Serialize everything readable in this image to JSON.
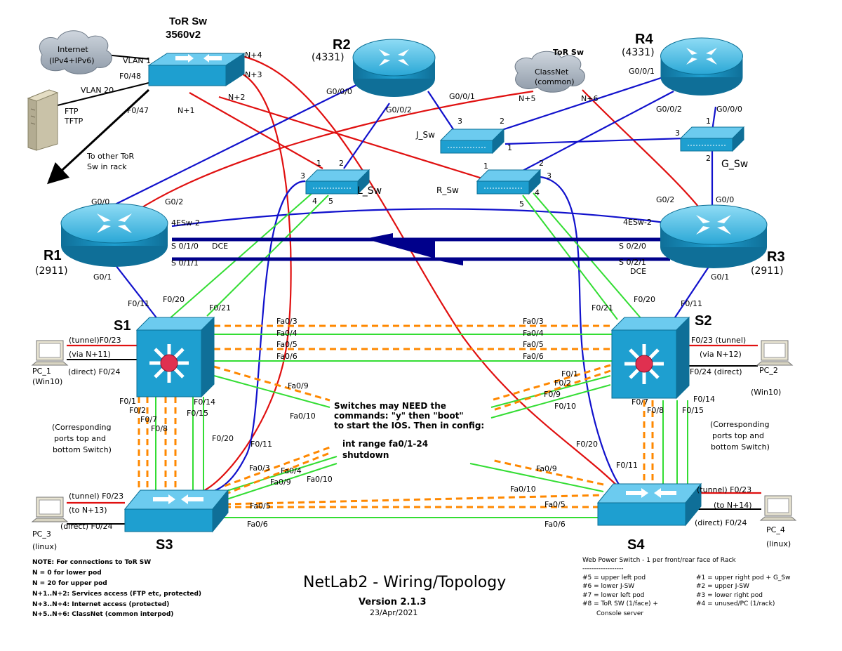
{
  "devices": {
    "tor_sw": {
      "name": "ToR Sw",
      "model": "3560v2"
    },
    "r1": {
      "name": "R1",
      "model": "(2911)"
    },
    "r2": {
      "name": "R2",
      "model": "(4331)"
    },
    "r3": {
      "name": "R3",
      "model": "(2911)"
    },
    "r4": {
      "name": "R4",
      "model": "(4331)"
    },
    "s1": "S1",
    "s2": "S2",
    "s3": "S3",
    "s4": "S4",
    "l_sw": "L_Sw",
    "j_sw": "J_Sw",
    "r_sw": "R_Sw",
    "g_sw": "G_Sw",
    "internet": [
      "Internet",
      "(IPv4+IPv6)"
    ],
    "classnet": {
      "tor": "ToR Sw",
      "lines": [
        "ClassNet",
        "(common)"
      ]
    },
    "ftp": [
      "FTP",
      "TFTP"
    ],
    "other_tor": [
      "To other ToR",
      "Sw in rack"
    ],
    "pcs": [
      {
        "name": "PC_1",
        "os": "(Win10)"
      },
      {
        "name": "PC_2",
        "os": "(Win10)"
      },
      {
        "name": "PC_3",
        "os": "(linux)"
      },
      {
        "name": "PC_4",
        "os": "(linux)"
      }
    ]
  },
  "ports": {
    "vlan1": "VLAN 1",
    "f048": "F0/48",
    "vlan20": "VLAN 20",
    "f047": "F0/47",
    "n1": "N+1",
    "n2": "N+2",
    "n3": "N+3",
    "n4": "N+4",
    "n5": "N+5",
    "n6": "N+6",
    "g000": "G0/0/0",
    "g002": "G0/0/2",
    "g001": "G0/0/1",
    "g000_r4": "G0/0/0",
    "g002_r4": "G0/0/2",
    "g001_r4": "G0/0/1",
    "r1_g00": "G0/0",
    "r1_g02": "G0/2",
    "r1_4esw": "4ESw-2",
    "r1_s010": "S 0/1/0",
    "dce": "DCE",
    "r1_s011": "S 0/1/1",
    "r1_g01": "G0/1",
    "r3_g02": "G0/2",
    "r3_g00": "G0/0",
    "r3_4esw": "4ESw-2",
    "r3_s020": "S 0/2/0",
    "r3_s021": "S 0/2/1",
    "r3_dce": "DCE",
    "r3_g01": "G0/1",
    "n1_": "1",
    "n2_": "2",
    "n3_": "3",
    "n4_": "4",
    "n5_": "5",
    "f011": "F0/11",
    "f020": "F0/20",
    "f021": "F0/21",
    "fa03": "Fa0/3",
    "fa04": "Fa0/4",
    "fa05": "Fa0/5",
    "fa06": "Fa0/6",
    "fa09": "Fa0/9",
    "fa010": "Fa0/10",
    "f01": "F0/1",
    "f02": "F0/2",
    "f07": "F0/7",
    "f08": "F0/8",
    "f09": "F0/9",
    "f010": "F0/10",
    "f014": "F0/14",
    "f015": "F0/15",
    "tunnel_f023": "(tunnel)F0/23",
    "via_n11": "(via N+11)",
    "direct_f024": "(direct) F0/24",
    "f023_tunnel": "F0/23 (tunnel)",
    "via_n12": "(via N+12)",
    "f024_direct": "F0/24 (direct)",
    "tunnel_f023_s3": "(tunnel) F0/23",
    "to_n13": "(to N+13)",
    "direct_f024_s3": "(direct) F0/24",
    "tunnel_f023_s4": "(tunnel) F0/23",
    "to_n14": "(to N+14)",
    "direct_f024_s4": "(direct) F0/24"
  },
  "notes": {
    "corresponding": [
      "(Corresponding",
      "ports top and",
      "bottom Switch)"
    ],
    "switch_cmd": [
      "Switches may NEED the",
      "commands:  \"y\"  then \"boot\"",
      "to start the IOS. Then in config:",
      "int range fa0/1-24",
      "shutdown"
    ],
    "tor_note": [
      "NOTE: For connections to ToR SW",
      "N = 0 for lower pod",
      "N = 20 for upper pod",
      "N+1..N+2: Services access (FTP etc, protected)",
      "N+3..N+4: Internet access (protected)",
      "N+5..N+6: ClassNet (common interpod)"
    ],
    "power_title": "Web Power Switch - 1 per front/rear face of Rack",
    "power_rule": "------------------",
    "power_left": [
      "#5 = upper left pod",
      "#6 = lower J-SW",
      "#7 = lower left pod",
      "#8 = ToR SW (1/face) +",
      "       Console server"
    ],
    "power_right": [
      "#1 = upper right pod + G_Sw",
      "#2 = upper J-SW",
      "#3 = lower right pod",
      "#4 = unused/PC (1/rack)"
    ]
  },
  "title": {
    "main": "NetLab2 - Wiring/Topology",
    "version": "Version 2.1.3",
    "date": "23/Apr/2021"
  },
  "colors": {
    "blue": "#1111cc",
    "red": "#e01010",
    "green": "#33dd33",
    "orange": "#ff8800",
    "serial": "#00008b",
    "device": "#1e9fd0",
    "device_dark": "#0b6f95"
  }
}
